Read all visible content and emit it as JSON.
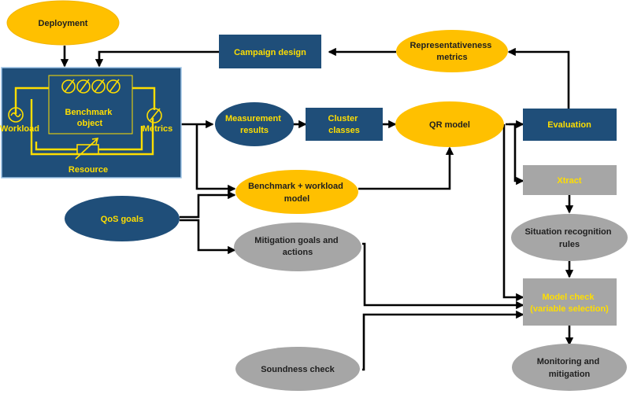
{
  "nodes": {
    "deployment": {
      "lines": [
        "Deployment"
      ]
    },
    "campaign_design": {
      "lines": [
        "Campaign design"
      ]
    },
    "representativeness_metrics": {
      "lines": [
        "Representativeness",
        "metrics"
      ]
    },
    "benchmark_object": {
      "lines": [
        "Benchmark",
        "object"
      ]
    },
    "workload": {
      "lines": [
        "Workload"
      ]
    },
    "metrics": {
      "lines": [
        "Metrics"
      ]
    },
    "resource": {
      "lines": [
        "Resource"
      ]
    },
    "measurement_results": {
      "lines": [
        "Measurement",
        "results"
      ]
    },
    "cluster_classes": {
      "lines": [
        "Cluster",
        "classes"
      ]
    },
    "qr_model": {
      "lines": [
        "QR model"
      ]
    },
    "evaluation": {
      "lines": [
        "Evaluation"
      ]
    },
    "benchmark_workload_model": {
      "lines": [
        "Benchmark + workload",
        "model"
      ]
    },
    "qos_goals": {
      "lines": [
        "QoS goals"
      ]
    },
    "mitigation_goals": {
      "lines": [
        "Mitigation goals and",
        "actions"
      ]
    },
    "xtract": {
      "lines": [
        "Xtract"
      ]
    },
    "situation_recognition": {
      "lines": [
        "Situation recognition",
        "rules"
      ]
    },
    "model_check": {
      "lines": [
        "Model check",
        "(variable selection)"
      ]
    },
    "soundness_check": {
      "lines": [
        "Soundness check"
      ]
    },
    "monitoring_mitigation": {
      "lines": [
        "Monitoring and",
        "mitigation"
      ]
    }
  },
  "colors": {
    "yellow": "#ffc000",
    "navy": "#1f4e79",
    "gray": "#a6a6a6",
    "label_yellow": "#ffde00"
  }
}
